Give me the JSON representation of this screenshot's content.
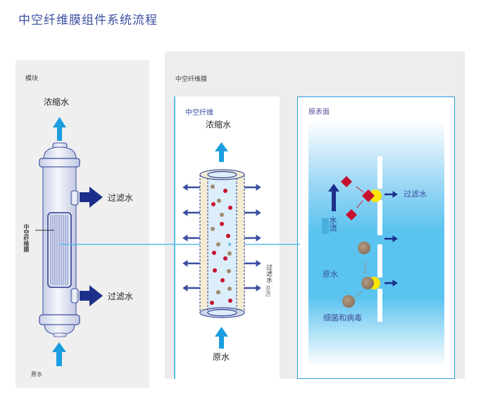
{
  "title": "中空纤维膜组件系统流程",
  "module_panel": {
    "heading": "模块",
    "concentrate_label": "浓缩水",
    "filtrate_label_top": "过滤水",
    "filtrate_label_bottom": "过滤水",
    "fiber_label": "中空纤维膜",
    "raw_water_label": "原水"
  },
  "fiber_panel": {
    "heading": "中空纤维膜",
    "subheading": "中空纤维",
    "concentrate_label": "浓缩水",
    "filtrate_label": "过滤水",
    "permeate_label": "渗透",
    "raw_water_label": "原水"
  },
  "surface_panel": {
    "heading": "膜表面",
    "filtrate_label": "过滤水",
    "flow_label": "水流",
    "raw_water_label": "原水",
    "bacteria_label": "细菌和病毒"
  },
  "colors": {
    "title": "#3b4ea0",
    "arrow_light_blue": "#1a9ee0",
    "arrow_dark_blue": "#1c2f8a",
    "connector_line": "#5bbfe8",
    "particle_red": "#c8102e",
    "particle_brown": "#a08a70",
    "water_blue": "#5bc3f0"
  }
}
